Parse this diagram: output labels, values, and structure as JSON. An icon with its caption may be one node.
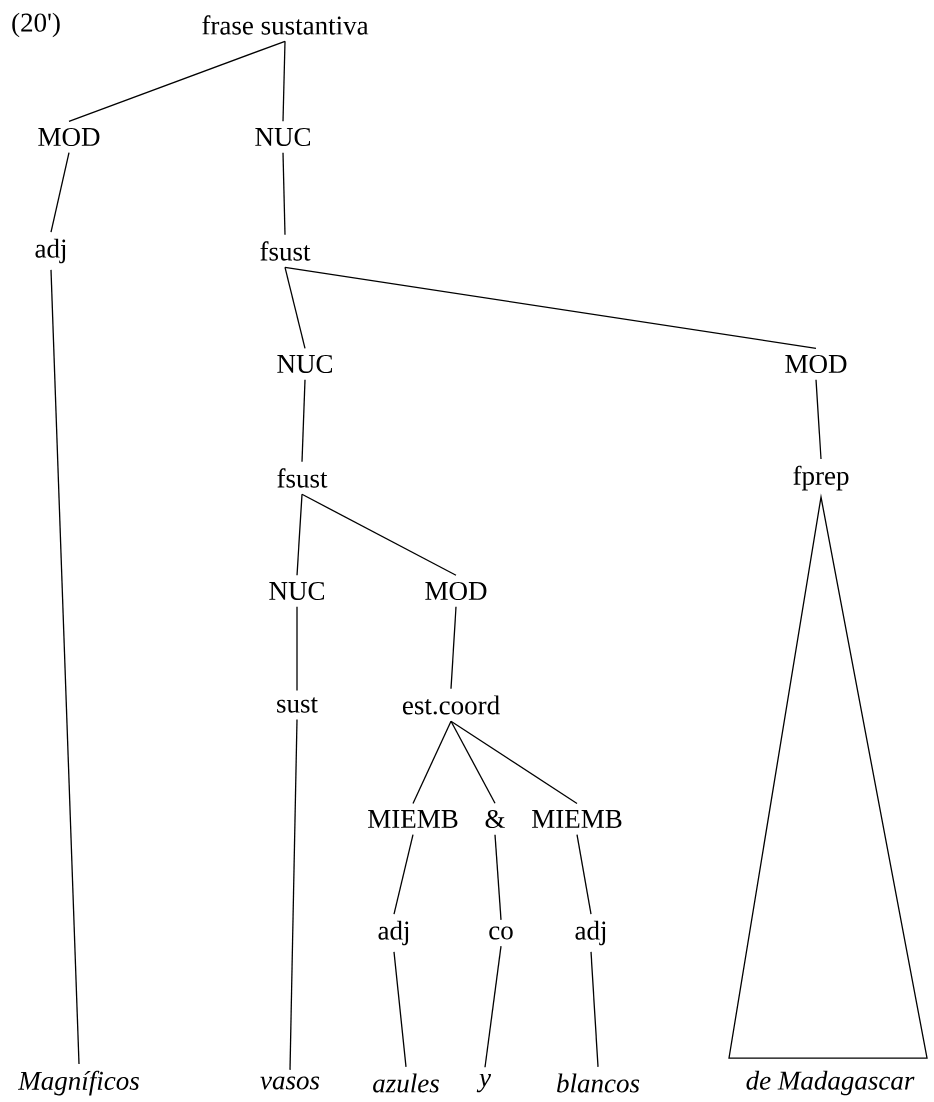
{
  "diagram": {
    "nodes": [
      {
        "text": [
          "frase sustantiva"
        ]
      },
      {
        "text": [
          "MOD"
        ]
      },
      {
        "text": [
          "NUC"
        ]
      },
      {
        "text": [
          "adj"
        ]
      },
      {
        "text": [
          "fsust"
        ]
      },
      {
        "text": [
          "NUC"
        ]
      },
      {
        "text": [
          "MOD"
        ]
      },
      {
        "text": [
          "fsust"
        ]
      },
      {
        "text": [
          "fprep"
        ]
      },
      {
        "text": [
          "NUC"
        ]
      },
      {
        "text": [
          "MOD"
        ]
      },
      {
        "text": [
          "sust"
        ]
      },
      {
        "text": [
          "est.coord"
        ]
      },
      {
        "text": [
          "MIEMB"
        ]
      },
      {
        "text": [
          "&"
        ]
      },
      {
        "text": [
          "MIEMB"
        ]
      },
      {
        "text": [
          "adj"
        ]
      },
      {
        "text": [
          "co"
        ]
      },
      {
        "text": [
          "adj"
        ]
      },
      {
        "text": [
          "Magníficos"
        ]
      },
      {
        "text": [
          "vasos"
        ]
      },
      {
        "text": [
          "azules"
        ]
      },
      {
        "text": [
          "y"
        ]
      },
      {
        "text": [
          "blancos"
        ]
      },
      {
        "text": [
          "de Madagascar"
        ]
      }
    ],
    "edges": [
      {
        "from": 0,
        "to": 1,
        "arrow": "none"
      },
      {
        "from": 0,
        "to": 2,
        "arrow": "none"
      },
      {
        "from": 1,
        "to": 3,
        "arrow": "none"
      },
      {
        "from": 2,
        "to": 4,
        "arrow": "none"
      },
      {
        "from": 4,
        "to": 5,
        "arrow": "none"
      },
      {
        "from": 4,
        "to": 6,
        "arrow": "none"
      },
      {
        "from": 5,
        "to": 7,
        "arrow": "none"
      },
      {
        "from": 6,
        "to": 8,
        "arrow": "none"
      },
      {
        "from": 7,
        "to": 9,
        "arrow": "none"
      },
      {
        "from": 7,
        "to": 10,
        "arrow": "none"
      },
      {
        "from": 9,
        "to": 11,
        "arrow": "none"
      },
      {
        "from": 10,
        "to": 12,
        "arrow": "none"
      },
      {
        "from": 12,
        "to": 13,
        "arrow": "none"
      },
      {
        "from": 12,
        "to": 14,
        "arrow": "none"
      },
      {
        "from": 12,
        "to": 15,
        "arrow": "none"
      },
      {
        "from": 13,
        "to": 16,
        "arrow": "none"
      },
      {
        "from": 14,
        "to": 17,
        "arrow": "none"
      },
      {
        "from": 15,
        "to": 18,
        "arrow": "none"
      },
      {
        "from": 3,
        "to": 19,
        "arrow": "none"
      },
      {
        "from": 11,
        "to": 20,
        "arrow": "none"
      },
      {
        "from": 16,
        "to": 21,
        "arrow": "none"
      },
      {
        "from": 17,
        "to": 22,
        "arrow": "none"
      },
      {
        "from": 18,
        "to": 23,
        "arrow": "none"
      },
      {
        "from": 8,
        "to": 24,
        "arrow": "none"
      }
    ],
    "labels": [
      "(20')"
    ]
  }
}
